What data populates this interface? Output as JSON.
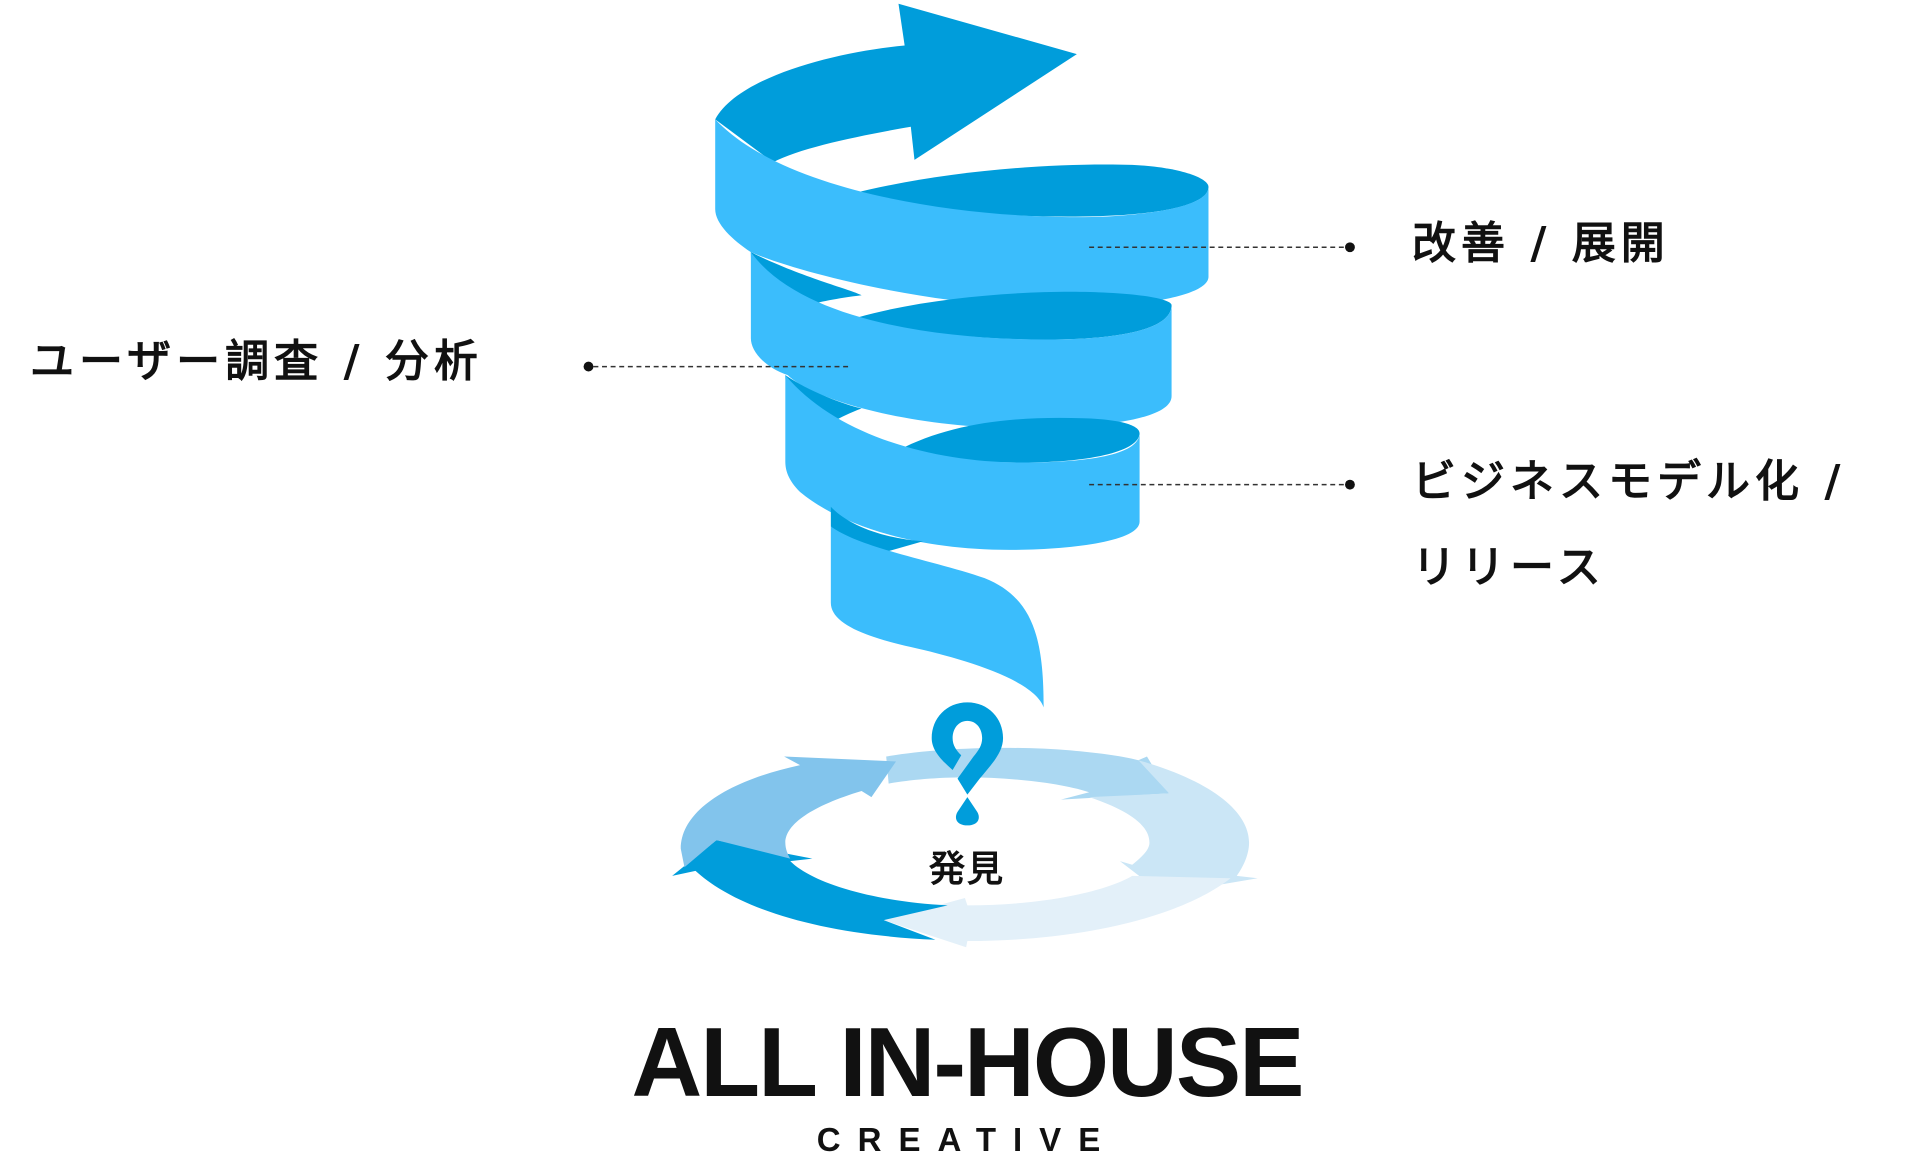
{
  "labels": {
    "left": "ユーザー調査 / 分析",
    "right_top": "改善 / 展開",
    "right_bottom_line1": "ビジネスモデル化 /",
    "right_bottom_line2": "リリース"
  },
  "center_label": "発見",
  "logo": {
    "title": "ALL IN-HOUSE",
    "subtitle": "CREATIVE"
  },
  "colors": {
    "dark_blue": "#009ddb",
    "light_blue": "#3bbdfc",
    "loop_1": "#009ddb",
    "loop_2": "#82c4ec",
    "loop_3": "#abd8f2",
    "loop_4": "#cbe6f6",
    "loop_5": "#e3f0f9"
  }
}
